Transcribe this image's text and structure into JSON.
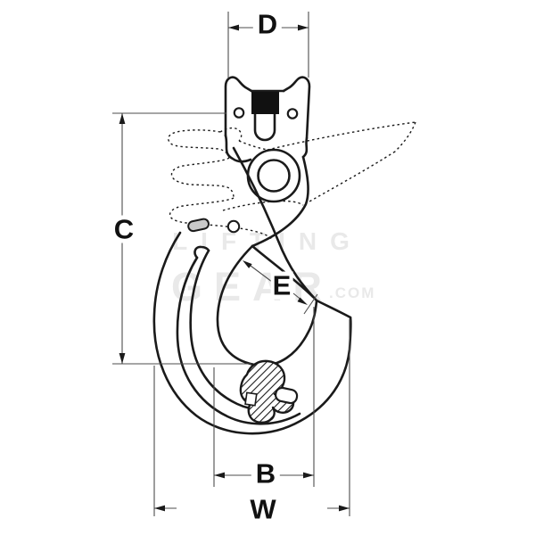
{
  "colors": {
    "line": "#1a1a1a",
    "dim_line": "#4d4d4d",
    "arrow": "#1a1a1a",
    "watermark": "#e9e9e9",
    "pin_fill": "#111111",
    "clip_fill": "#c9c9c9"
  },
  "dimension_labels": {
    "top_pin_width": "D",
    "inside_length": "C",
    "throat_opening": "E",
    "bowl_width": "B",
    "overall_width": "W"
  },
  "watermark": {
    "line1": "LIFTING",
    "line2": "GEAR",
    "suffix": ".COM"
  }
}
